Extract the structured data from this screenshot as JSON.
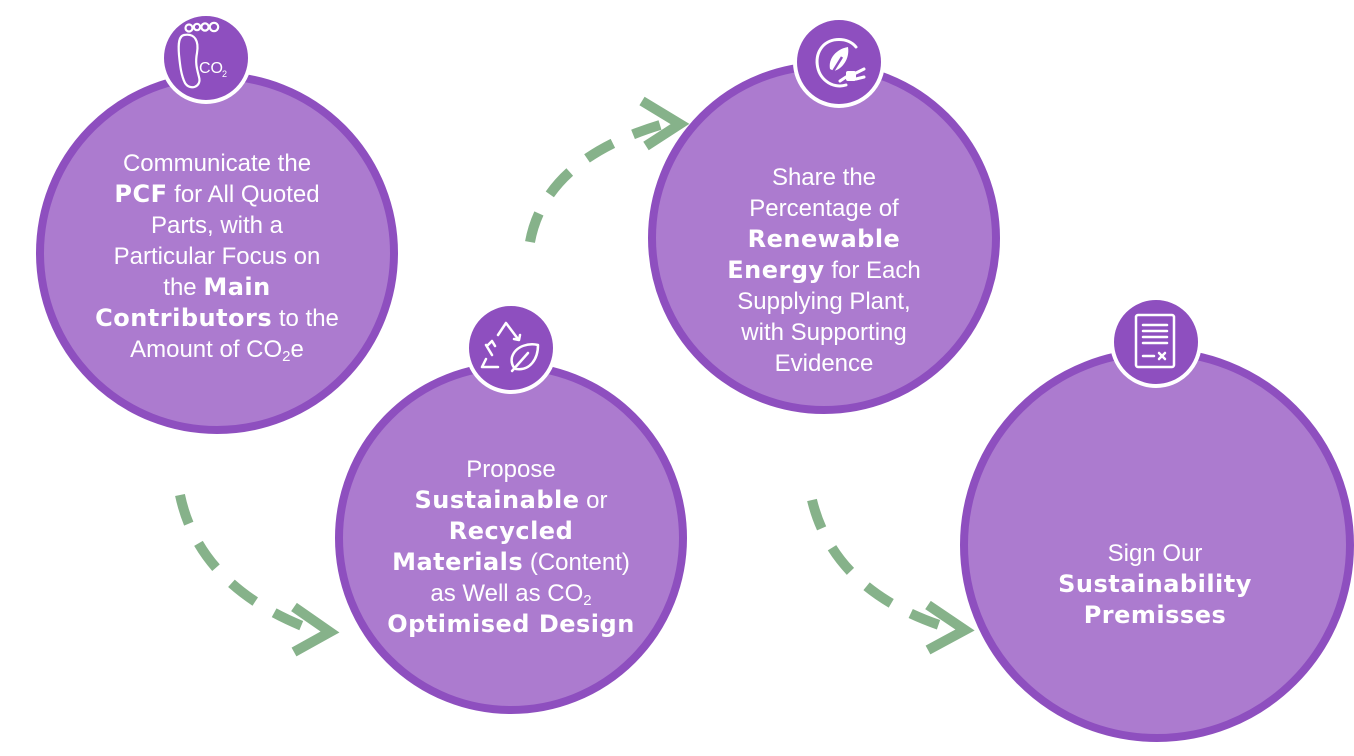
{
  "steps": [
    {
      "icon": "co2-footprint-icon",
      "l1": "Communicate the",
      "l2a": "PCF",
      "l2b": " for All Quoted",
      "l3": "Parts, with a",
      "l4": "Particular Focus on",
      "l5a": "the ",
      "l5b": "Main",
      "l6a": "Contributors",
      "l6b": " to the",
      "l7a": "Amount of CO",
      "l7sub": "2",
      "l7b": "e"
    },
    {
      "icon": "recycle-leaf-icon",
      "l1": "Propose",
      "l2a": "Sustainable",
      "l2b": " or",
      "l3": "Recycled",
      "l4a": "Materials",
      "l4b": " (Content)",
      "l5a": "as Well as CO",
      "l5sub": "2",
      "l6": "Optimised Design"
    },
    {
      "icon": "renewable-energy-plug-icon",
      "l1": "Share the",
      "l2": "Percentage of",
      "l3": "Renewable",
      "l4a": "Energy",
      "l4b": " for Each",
      "l5": "Supplying Plant,",
      "l6": "with Supporting",
      "l7": "Evidence"
    },
    {
      "icon": "signed-document-icon",
      "l1": "Sign Our",
      "l2": "Sustainability",
      "l3": "Premisses"
    }
  ],
  "colors": {
    "circle_fill": "#ac7bcf",
    "circle_ring": "#8e4fbf",
    "arrow": "#86b28a",
    "text": "#ffffff"
  }
}
